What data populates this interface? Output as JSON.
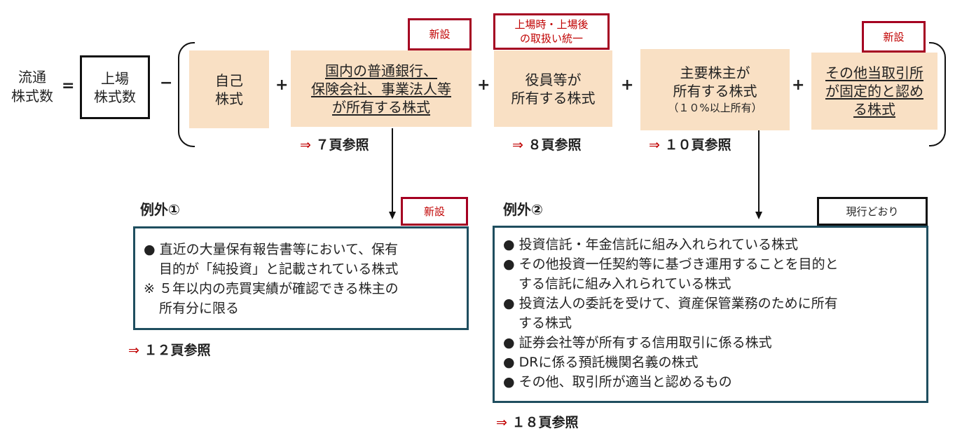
{
  "formula": {
    "lhs": [
      "流通",
      "株式数"
    ],
    "equals": "=",
    "listed": [
      "上場",
      "株式数"
    ],
    "minus": "−",
    "plus": "+"
  },
  "items": [
    {
      "lines": [
        "自己",
        "株式"
      ]
    },
    {
      "lines": [
        "国内の普通銀行、",
        "保険会社、事業法人等",
        "が所有する株式"
      ],
      "tag": "新設",
      "ref": "７頁参照"
    },
    {
      "lines": [
        "役員等が",
        "所有する株式"
      ],
      "tag_lines": [
        "上場時・上場後",
        "の取扱い統一"
      ],
      "ref": "８頁参照"
    },
    {
      "lines": [
        "主要株主が",
        "所有する株式"
      ],
      "note": "（１０%以上所有）",
      "ref": "１０頁参照"
    },
    {
      "lines": [
        "その他当取引所",
        "が固定的と認め",
        "る株式"
      ],
      "tag": "新設"
    }
  ],
  "arrow_symbol": "⇒",
  "exception1": {
    "title": "例外①",
    "tag": "新設",
    "lines": [
      "● 直近の大量保有報告書等において、保有",
      "目的が「純投資」と記載されている株式",
      "※ ５年以内の売買実績が確認できる株主の",
      "所有分に限る"
    ],
    "ref": "１２頁参照"
  },
  "exception2": {
    "title": "例外②",
    "tag": "現行どおり",
    "lines": [
      "● 投資信託・年金信託に組み入れられている株式",
      "● その他投資一任契約等に基づき運用することを目的と",
      "する信託に組み入れられている株式",
      "● 投資法人の委託を受けて、資産保管業務のために所有",
      "する株式",
      "● 証券会社等が所有する信用取引に係る株式",
      "● DRに係る預託機関名義の株式",
      "● その他、取引所が適当と認めるもの"
    ],
    "ref": "１８頁参照"
  },
  "colors": {
    "box_fill": "#F9E0C4",
    "tag_border": "#A50021",
    "panel_border": "#1F4E5F"
  }
}
